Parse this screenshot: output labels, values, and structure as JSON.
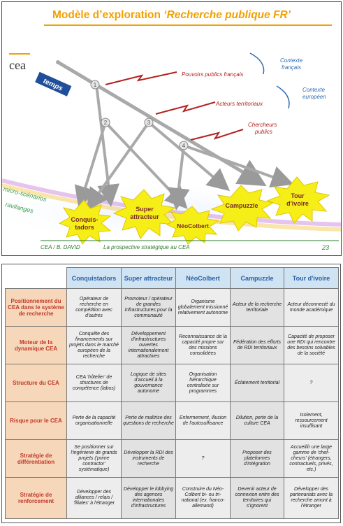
{
  "slide": {
    "title_plain": "Modèle d’exploration ",
    "title_italic": "‘Recherche publique FR’",
    "logo": "cea",
    "temps": "temps",
    "numbers": [
      "1",
      "2",
      "3",
      "4"
    ],
    "actors": [
      "Pouvoirs publics français",
      "Acteurs territoriaux",
      "Chercheurs",
      "publics"
    ],
    "contexts": [
      "Contexte",
      "français",
      "Contexte",
      "européen"
    ],
    "micro_line1": "micro-scénarios",
    "micro_line2": "ravilanges",
    "scenarios": [
      "Conquis-",
      "tadors",
      "Super",
      "attracteur",
      "NéoColbert",
      "Campuzzle",
      "Tour",
      "d'ivoire"
    ],
    "footer_left": "CEA / B. DAVID",
    "footer_sub": "La prospective stratégique au CEA",
    "page": "23",
    "colors": {
      "title": "#f2a000",
      "actor_arrows": "#b22222",
      "context": "#2b6cb0",
      "burst": "#f6ef17",
      "footer": "#2c7d2c"
    }
  },
  "table": {
    "columns": [
      "Conquistadors",
      "Super attracteur",
      "NéoColbert",
      "Campuzzle",
      "Tour d'ivoire"
    ],
    "rows": [
      {
        "header": "Positionnement du CEA dans le système de recherche",
        "cells": [
          "Opérateur de recherche en compétition avec d'autres",
          "Promoteur / opérateur de grandes infrastructures pour la communauté",
          "Organisme globalement missionné relativement autonome",
          "Acteur de la recherche territoriale",
          "Acteur déconnecté du monde académique"
        ]
      },
      {
        "header": "Moteur de la dynamique CEA",
        "cells": [
          "Conquête des financements sur projets dans le marché européen de la recherche",
          "Développement d'infrastructures ouvertes internationalement attractives",
          "Reconnaissance de la capacité propre sur des missions consolidées",
          "Fédération des efforts de RDI territoriaux",
          "Capacité de proposer une RDI qui rencontre des besoins solvables de la société"
        ]
      },
      {
        "header": "Structure du CEA",
        "cells": [
          "CEA 'hôtelier' de structures de compétence (labos)",
          "Logique de sites d'accueil à la gouvernance autonome",
          "Organisation hiérarchique centralisée sur programmes",
          "Éclatement territorial",
          "?"
        ]
      },
      {
        "header": "Risque pour le CEA",
        "cells": [
          "Perte de la capacité organisationnelle",
          "Perte de maîtrise des questions de recherche",
          "Enfermement, illusion de l'autosuffisance",
          "Dilution, perte de la culture CEA",
          "Isolement, ressourcement insuffisant"
        ]
      },
      {
        "header": "Stratégie de différentiation",
        "cells": [
          "Se positionner sur l'ingénierie de grands projets ('prime contractor' systématique)",
          "Développer la RDI des instruments de recherche",
          "?",
          "Proposer des plateformes d'intégration",
          "Accueillir une large gamme de 'chef-cheurs' (étrangers, contractuels, privés, etc.)"
        ]
      },
      {
        "header": "Stratégie de renforcement",
        "cells": [
          "Développer des alliances / relais / 'filiales' à l'étranger",
          "Développer le lobbying des agences internationales d'infrastructures",
          "Construire du Néo-Colbert bi- ou tri-national (ex. franco-allemand)",
          "Devenir acteur de connexion entre des territoires qui s'ignorent",
          "Développer des partenariats avec la recherche amont à l'étranger"
        ]
      }
    ]
  }
}
